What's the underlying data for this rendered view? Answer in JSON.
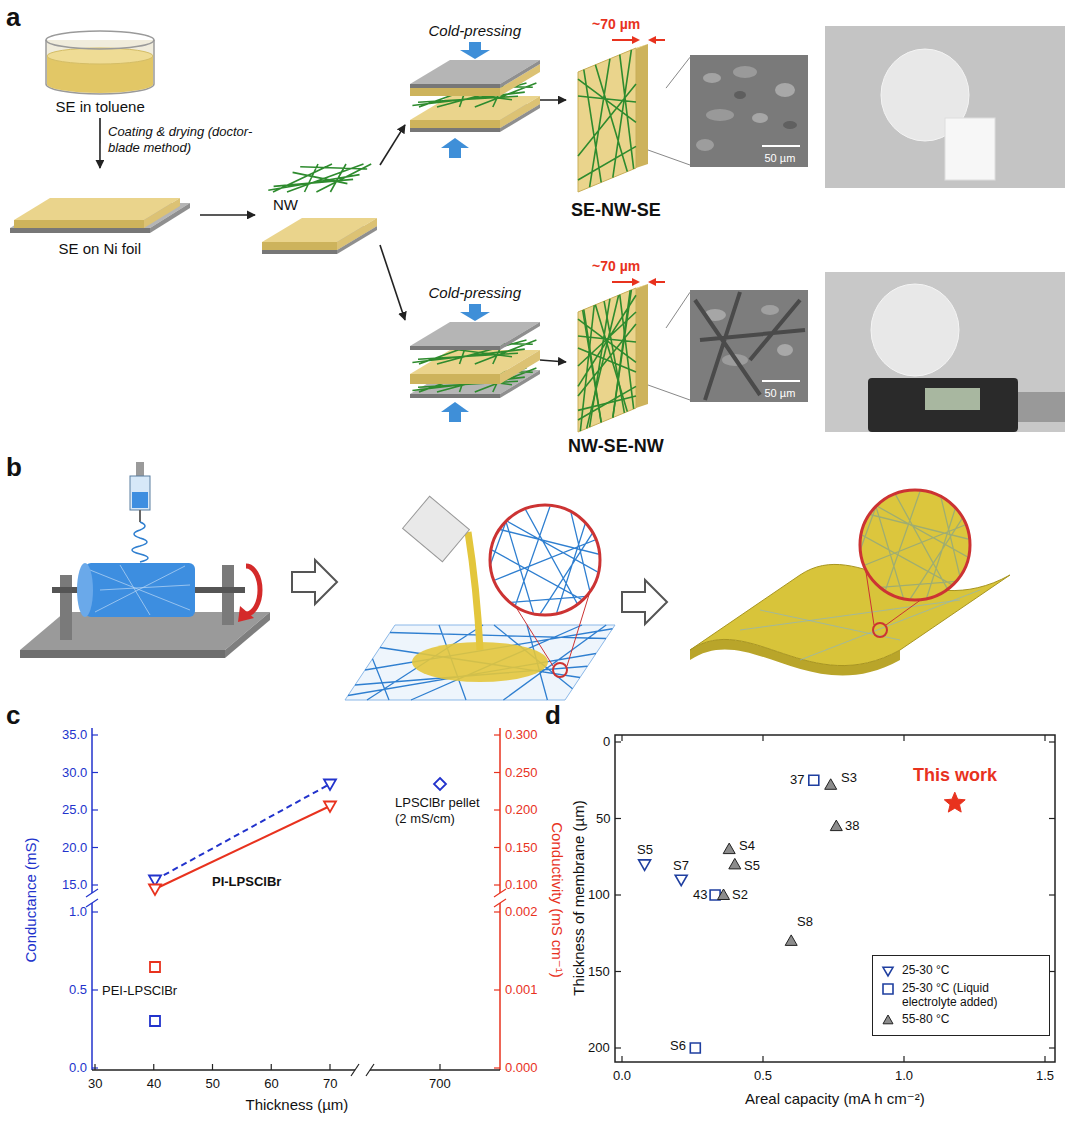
{
  "diagram": {
    "nodes": [
      {
        "text": [
          "SE in toluene"
        ]
      },
      {
        "text": [
          "SE on Ni foil"
        ]
      },
      {
        "text": [
          "NW"
        ]
      },
      {
        "text": [
          "Cold-pressing"
        ]
      },
      {
        "text": [
          "Cold-pressing"
        ]
      },
      {
        "text": [
          "~70 µm",
          "SE-NW-SE"
        ]
      },
      {
        "text": [
          "~70 µm",
          "NW-SE-NW"
        ]
      },
      {
        "text": [
          "50 µm"
        ]
      },
      {
        "text": [
          "50 µm"
        ]
      }
    ],
    "edges": [
      {
        "from": 0,
        "to": 1,
        "arrow": "to",
        "label": "Coating & drying (doctor-blade method)"
      },
      {
        "from": 1,
        "to": 2,
        "arrow": "to"
      },
      {
        "from": 2,
        "to": 3,
        "arrow": "to"
      },
      {
        "from": 2,
        "to": 4,
        "arrow": "to"
      },
      {
        "from": 3,
        "to": 5,
        "arrow": "to"
      },
      {
        "from": 4,
        "to": 6,
        "arrow": "to"
      },
      {
        "from": 5,
        "to": 7,
        "arrow": "none"
      },
      {
        "from": 6,
        "to": 8,
        "arrow": "none"
      }
    ],
    "labels": [
      "a",
      "b",
      "c",
      "d",
      "Conductance (mS)",
      "35.0",
      "30.0",
      "25.0",
      "20.0",
      "15.0",
      "1.0",
      "0.5",
      "0.0",
      "Conductivity (mS cm⁻¹)",
      "0.300",
      "0.250",
      "0.200",
      "0.150",
      "0.100",
      "0.002",
      "0.001",
      "0.000",
      "30",
      "40",
      "50",
      "60",
      "70",
      "700",
      "Thickness (µm)",
      "PI-LPSClBr",
      "LPSClBr pellet (2 mS/cm)",
      "PEI-LPSClBr",
      "Thickness of membrane (µm)",
      "0",
      "50",
      "100",
      "150",
      "200",
      "0.0",
      "0.5",
      "1.0",
      "1.5",
      "Areal capacity (mA h cm⁻²)",
      "This work",
      "S5",
      "S7",
      "37",
      "S3",
      "S4",
      "S5",
      "43",
      "S2",
      "38",
      "S8",
      "S6"
    ],
    "legend": [
      {
        "text": "25-30 °C"
      },
      {
        "text": "25-30 °C (Liquid electrolyte added)"
      },
      {
        "text": "55-80 °C"
      }
    ]
  }
}
